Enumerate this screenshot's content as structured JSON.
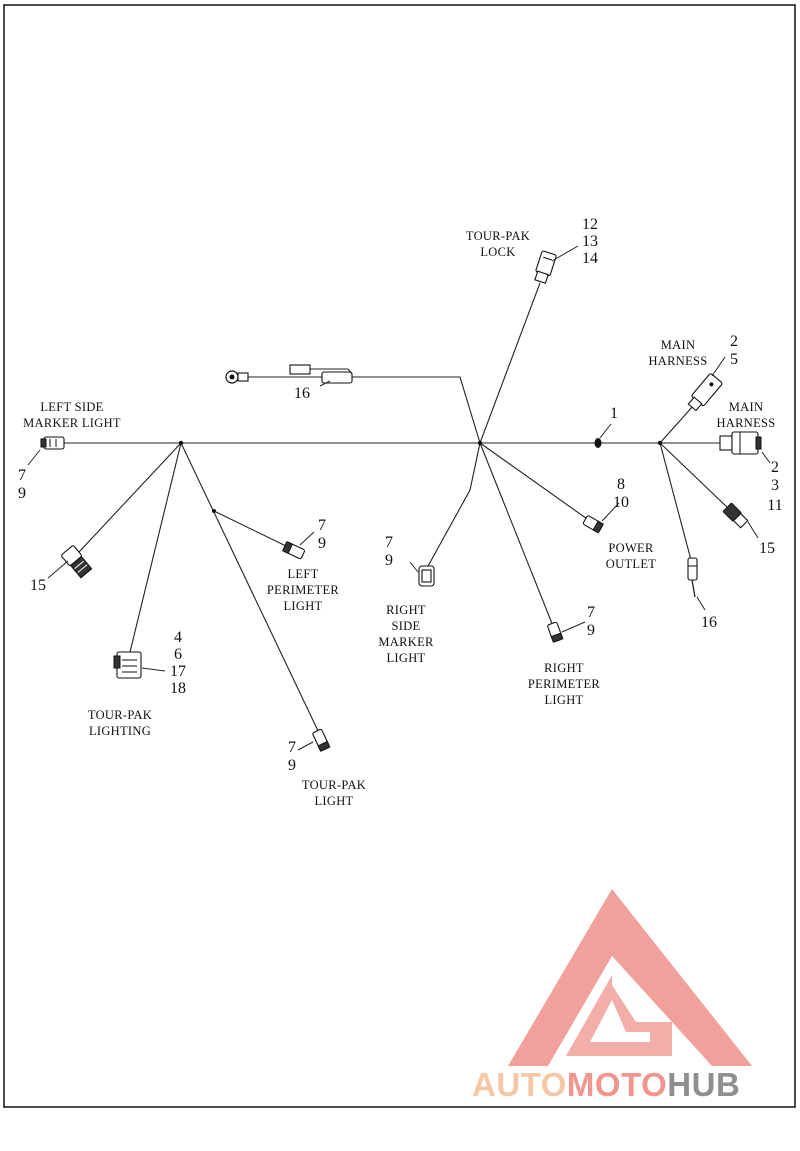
{
  "labels": {
    "tour_pak_lock": [
      "TOUR-PAK",
      "LOCK"
    ],
    "main_harness_top": [
      "MAIN",
      "HARNESS"
    ],
    "main_harness_right": [
      "MAIN",
      "HARNESS"
    ],
    "left_side_marker_light": [
      "LEFT SIDE",
      "MARKER LIGHT"
    ],
    "left_perimeter_light": [
      "LEFT",
      "PERIMETER",
      "LIGHT"
    ],
    "right_side_marker_light": [
      "RIGHT",
      "SIDE",
      "MARKER",
      "LIGHT"
    ],
    "power_outlet": [
      "POWER",
      "OUTLET"
    ],
    "right_perimeter_light": [
      "RIGHT",
      "PERIMETER",
      "LIGHT"
    ],
    "tour_pak_lighting": [
      "TOUR-PAK",
      "LIGHTING"
    ],
    "tour_pak_light": [
      "TOUR-PAK",
      "LIGHT"
    ]
  },
  "callouts": {
    "lock": [
      "12",
      "13",
      "14"
    ],
    "main_top": [
      "2",
      "5"
    ],
    "main_right": [
      "2",
      "3",
      "11"
    ],
    "splice": [
      "1"
    ],
    "ground": [
      "16"
    ],
    "left_marker": [
      "7",
      "9"
    ],
    "left_perimeter": [
      "7",
      "9"
    ],
    "right_marker": [
      "7",
      "9"
    ],
    "power_outlet": [
      "8",
      "10"
    ],
    "right_perimeter": [
      "7",
      "9"
    ],
    "lighting": [
      "4",
      "6",
      "17",
      "18"
    ],
    "tour_pak_light": [
      "7",
      "9"
    ],
    "left_15": [
      "15"
    ],
    "right_15": [
      "15"
    ],
    "right_16": [
      "16"
    ]
  },
  "watermark": {
    "word_auto": "AUTO",
    "word_moto": "MOTO",
    "word_hub": "HUB",
    "color_auto": "#f6c7a4",
    "color_moto": "#f1958f",
    "color_hub": "#8f8f8f",
    "logo_color": "#f0a19b"
  }
}
